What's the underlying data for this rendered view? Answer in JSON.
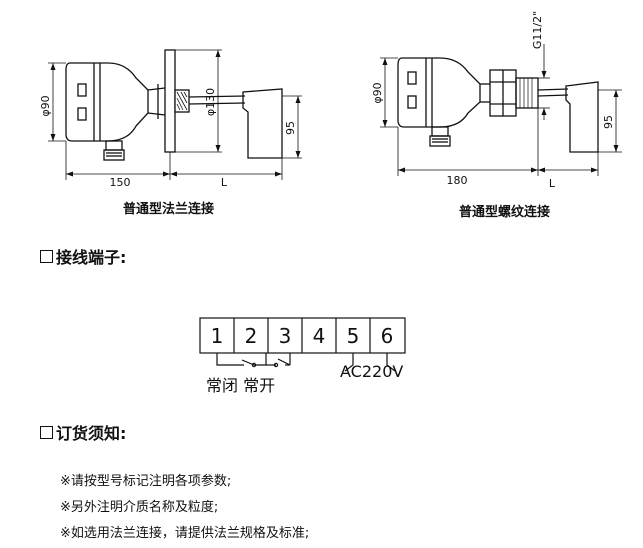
{
  "drawings": {
    "flange": {
      "caption": "普通型法兰连接",
      "dim_phi90": "φ90",
      "dim_phi130": "φ130",
      "dim_95": "95",
      "dim_150": "150",
      "dim_L": "L"
    },
    "thread": {
      "caption": "普通型螺纹连接",
      "dim_g": "G11/2\"",
      "dim_phi90": "φ90",
      "dim_95": "95",
      "dim_180": "180",
      "dim_L": "L"
    }
  },
  "terminal_section": {
    "title": "接线端子:",
    "terminals": [
      "1",
      "2",
      "3",
      "4",
      "5",
      "6"
    ],
    "label_nc_no": "常闭 常开",
    "label_power": "AC220V"
  },
  "order_section": {
    "title": "订货须知:",
    "notes": [
      "※请按型号标记注明各项参数;",
      "※另外注明介质名称及粒度;",
      "※如选用法兰连接，请提供法兰规格及标准;"
    ]
  }
}
